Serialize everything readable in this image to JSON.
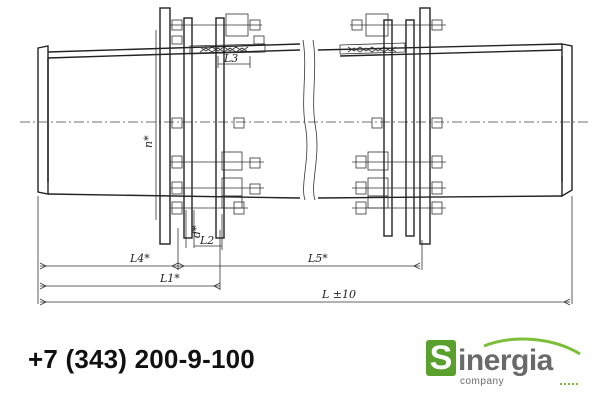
{
  "drawing": {
    "dimensions": {
      "l3": "L3",
      "n": "n*",
      "d": "d*",
      "l2": "L2",
      "l4": "L4*",
      "l5": "L5*",
      "l1": "L1*",
      "l_total": "L ±10"
    }
  },
  "contact": {
    "phone": "+7 (343) 200-9-100"
  },
  "logo": {
    "initial": "S",
    "word": "inergia",
    "subtitle": "company",
    "colors": {
      "box": "#5aa02c",
      "text": "#6a6a6a",
      "swoosh": "#7bbf3a"
    }
  }
}
